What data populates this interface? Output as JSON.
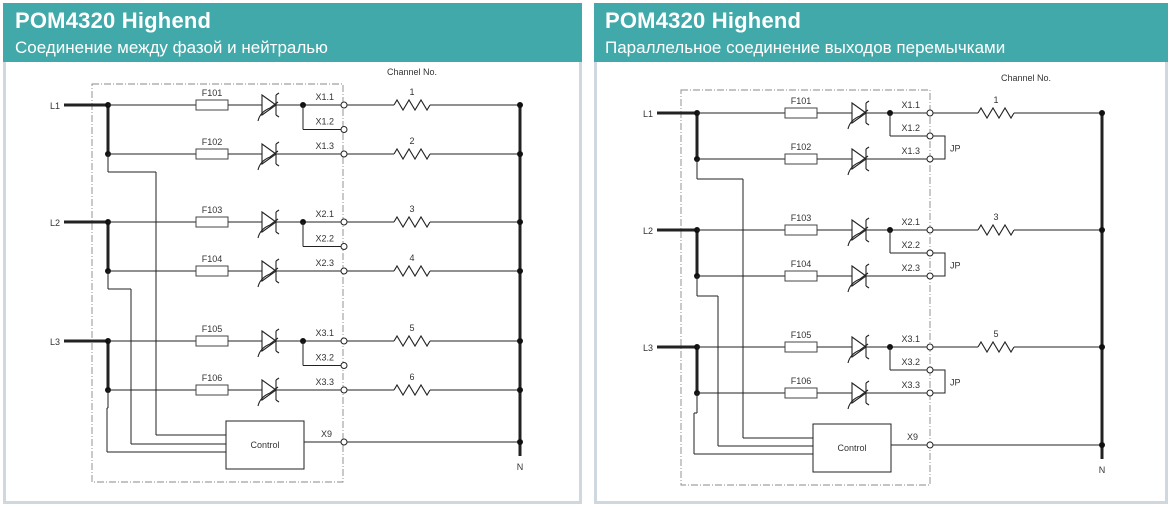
{
  "colors": {
    "header_bg": "#42A9AA",
    "header_text": "#FFFFFF",
    "card_border": "#CFD8DF",
    "wire": "#222222"
  },
  "panels": [
    {
      "id": "left",
      "title": "POM4320 Highend",
      "subtitle": "Соединение между фазой и нейтралью",
      "channel_header": "Channel No.",
      "phases": [
        {
          "label": "L1",
          "rows": [
            {
              "fuse": "F101",
              "terminals": [
                "X1.1",
                "X1.2"
              ],
              "channel": "1"
            },
            {
              "fuse": "F102",
              "terminals": [
                "X1.3"
              ],
              "channel": "2"
            }
          ],
          "jumper": ""
        },
        {
          "label": "L2",
          "rows": [
            {
              "fuse": "F103",
              "terminals": [
                "X2.1",
                "X2.2"
              ],
              "channel": "3"
            },
            {
              "fuse": "F104",
              "terminals": [
                "X2.3"
              ],
              "channel": "4"
            }
          ],
          "jumper": ""
        },
        {
          "label": "L3",
          "rows": [
            {
              "fuse": "F105",
              "terminals": [
                "X3.1",
                "X3.2"
              ],
              "channel": "5"
            },
            {
              "fuse": "F106",
              "terminals": [
                "X3.3"
              ],
              "channel": "6"
            }
          ],
          "jumper": ""
        }
      ],
      "control_label": "Control",
      "control_terminal": "X9",
      "neutral_label": "N"
    },
    {
      "id": "right",
      "title": "POM4320 Highend",
      "subtitle": "Параллельное соединение выходов перемычками",
      "channel_header": "Channel No.",
      "phases": [
        {
          "label": "L1",
          "rows": [
            {
              "fuse": "F101",
              "terminals": [
                "X1.1",
                "X1.2"
              ],
              "channel": "1"
            },
            {
              "fuse": "F102",
              "terminals": [
                "X1.3"
              ],
              "channel": ""
            }
          ],
          "jumper": "JP"
        },
        {
          "label": "L2",
          "rows": [
            {
              "fuse": "F103",
              "terminals": [
                "X2.1",
                "X2.2"
              ],
              "channel": "3"
            },
            {
              "fuse": "F104",
              "terminals": [
                "X2.3"
              ],
              "channel": ""
            }
          ],
          "jumper": "JP"
        },
        {
          "label": "L3",
          "rows": [
            {
              "fuse": "F105",
              "terminals": [
                "X3.1",
                "X3.2"
              ],
              "channel": "5"
            },
            {
              "fuse": "F106",
              "terminals": [
                "X3.3"
              ],
              "channel": ""
            }
          ],
          "jumper": "JP"
        }
      ],
      "control_label": "Control",
      "control_terminal": "X9",
      "neutral_label": "N"
    }
  ]
}
